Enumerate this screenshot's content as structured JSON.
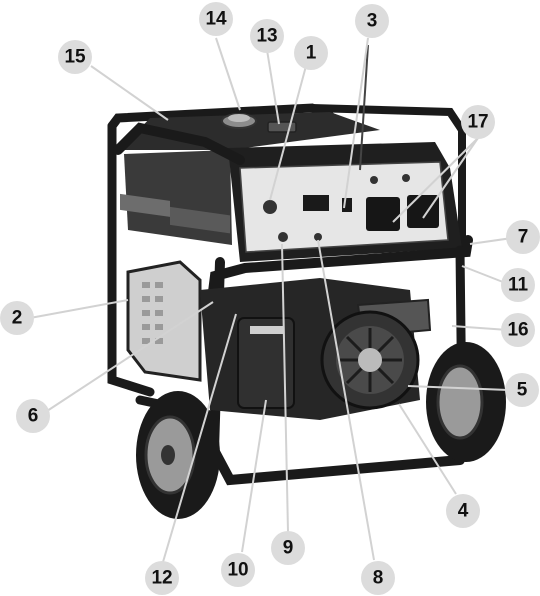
{
  "figure": {
    "kind": "labeled-product-diagram",
    "subject": "portable-generator",
    "callout_fill": "#dcdcdc",
    "leader_color": "#d2d2d2"
  },
  "callouts": [
    {
      "label": "14"
    },
    {
      "label": "13"
    },
    {
      "label": "1"
    },
    {
      "label": "3"
    },
    {
      "label": "15"
    },
    {
      "label": "17"
    },
    {
      "label": "7"
    },
    {
      "label": "11"
    },
    {
      "label": "2"
    },
    {
      "label": "16"
    },
    {
      "label": "5"
    },
    {
      "label": "6"
    },
    {
      "label": "4"
    },
    {
      "label": "9"
    },
    {
      "label": "10"
    },
    {
      "label": "8"
    },
    {
      "label": "12"
    }
  ]
}
